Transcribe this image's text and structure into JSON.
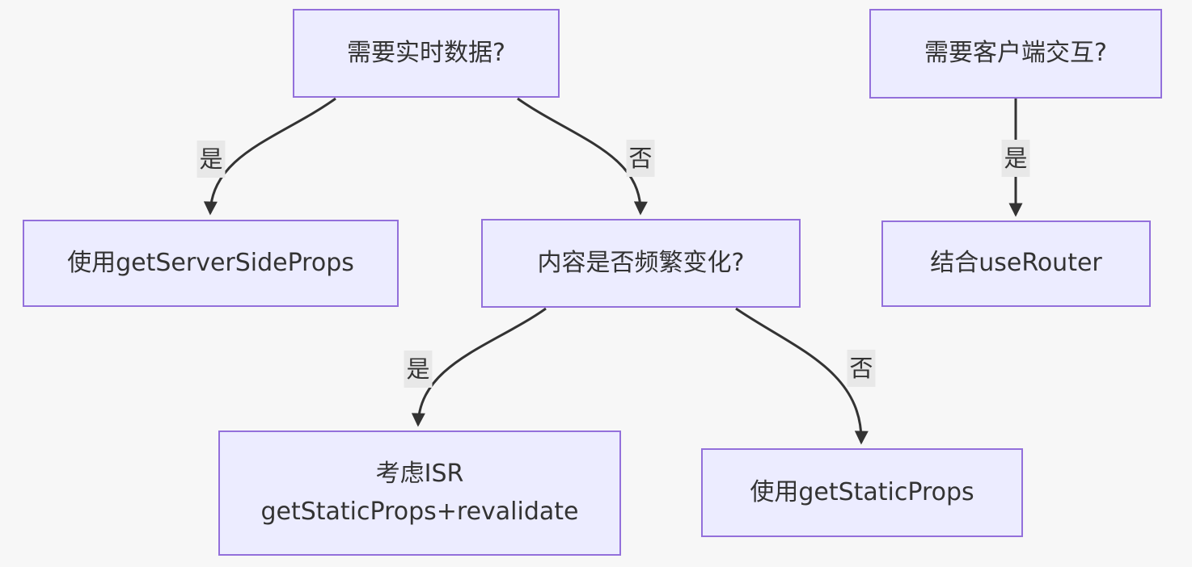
{
  "diagram": {
    "type": "flowchart",
    "background": "#f7f7f7",
    "colors": {
      "node_fill": "#ECECFF",
      "node_border": "#9370DB",
      "node_text": "#333333",
      "edge_line": "#333333",
      "edge_label_bg": "#e8e8e8",
      "edge_label_text": "#333333"
    },
    "nodes": {
      "realtime": {
        "label": "需要实时数据?"
      },
      "client_interaction": {
        "label": "需要客户端交互?"
      },
      "server_side_props": {
        "label": "使用getServerSideProps"
      },
      "frequent_change": {
        "label": "内容是否频繁变化?"
      },
      "use_router": {
        "label": "结合useRouter"
      },
      "isr": {
        "line1": "考虑ISR",
        "line2": "getStaticProps+revalidate"
      },
      "static_props": {
        "label": "使用getStaticProps"
      }
    },
    "edge_labels": {
      "realtime_yes": "是",
      "realtime_no": "否",
      "client_yes": "是",
      "frequent_yes": "是",
      "frequent_no": "否"
    }
  }
}
